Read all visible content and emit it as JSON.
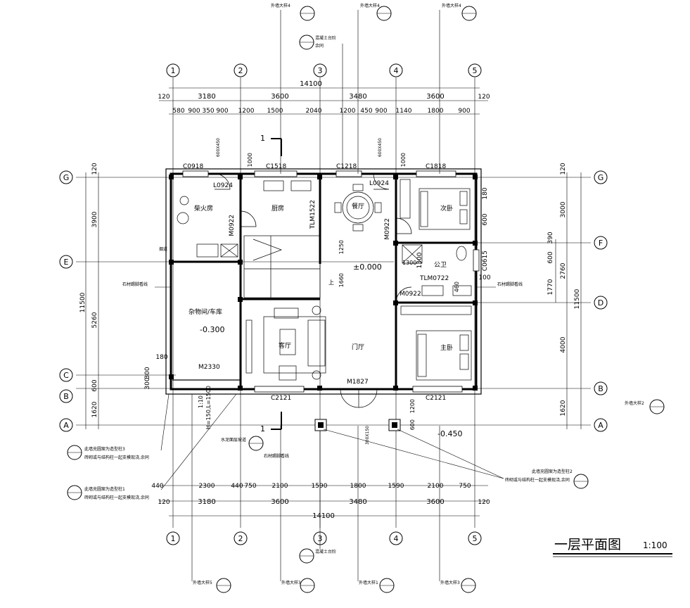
{
  "title": {
    "main": "一层平面图",
    "scale": "1:100"
  },
  "axes_v": [
    "1",
    "2",
    "3",
    "4",
    "5"
  ],
  "axes_h_left": [
    "G",
    "E",
    "C",
    "B",
    "A"
  ],
  "axes_h_right": [
    "G",
    "F",
    "D",
    "B",
    "A"
  ],
  "dims_top": {
    "total": "14100",
    "bays": [
      "120",
      "3180",
      "3600",
      "3480",
      "3600",
      "120"
    ],
    "detail": [
      "580",
      "900",
      "350",
      "900",
      "1200",
      "1500",
      "2040",
      "1200",
      "450",
      "900",
      "1140",
      "1800",
      "900"
    ]
  },
  "dims_bottom": {
    "total": "14100",
    "bays": [
      "120",
      "3180",
      "3600",
      "3480",
      "3600",
      "120"
    ],
    "detail": [
      "440",
      "2300",
      "440",
      "750",
      "2100",
      "1590",
      "1800",
      "1590",
      "2100",
      "750"
    ]
  },
  "dims_left": {
    "total": "11500",
    "parts": [
      "120",
      "3900",
      "5260",
      "300",
      "300",
      "600",
      "1620",
      "180"
    ]
  },
  "dims_right": {
    "total": "11500",
    "parts": [
      "120",
      "3000",
      "390",
      "600",
      "2760",
      "1770",
      "4000",
      "1620",
      "1300",
      "600",
      "180",
      "100"
    ]
  },
  "rooms": {
    "chaihuo": "柴火房",
    "kitchen": "厨房",
    "dining": "餐厅",
    "second_bed": "次卧",
    "bath": "公卫",
    "storage": "杂物间/车库",
    "storage_level": "-0.300",
    "living": "客厅",
    "hall": "门厅",
    "master": "主卧",
    "level_0": "±0.000",
    "level_out": "-0.450",
    "up": "上",
    "flue": "烟道"
  },
  "openings": {
    "C0918": "C0918",
    "C1518": "C1518",
    "C1218": "C1218",
    "C1818": "C1818",
    "L0924a": "L0924",
    "L0924b": "L0924",
    "M0922a": "M0922",
    "M0922b": "M0922",
    "M0922c": "M0922",
    "TLM1522": "TLM1522",
    "TLM0722": "TLM0722",
    "C0615": "C0615",
    "M2330": "M2330",
    "C2121a": "C2121",
    "C2121b": "C2121",
    "M1827": "M1827",
    "num1250": "1250",
    "num1660": "1660",
    "num1300": "1300",
    "num1000a": "1000",
    "num1000b": "1000",
    "num1200": "1200",
    "num600": "600",
    "num460": "460",
    "ramp": "1:10",
    "ramp_h": "H=150,L=1500"
  },
  "notes": {
    "top1": "外墙大样4",
    "top2": "外墙大样4",
    "top3": "外墙大样4",
    "concrete_top": "混凝土台阶",
    "yutong": "余同",
    "stone1": "石材踢脚看线",
    "stone2": "石材踢脚看线",
    "stone3": "石材踢脚看线",
    "pillar3": "此墙充圆案为造型柱3",
    "pillar3b": "砖砌或与结构柱一起支模现浇,余同",
    "pillar1": "此墙充圆案为造型柱1",
    "pillar1b": "砖砌或与结构柱一起支模现浇,余同",
    "pillar2": "此墙充圆案为造型柱2",
    "pillar2b": "砖砌或与结构柱一起支模现浇,余同",
    "water": "水泥面层坡道",
    "ext2": "外墙大样2",
    "bot5": "外墙大样5",
    "bot3": "外墙大样3",
    "bot1": "外墙大样1",
    "bot3b": "外墙大样3",
    "concrete_bot": "混凝土台阶",
    "top_ref": "01",
    "col_size": "600X450",
    "col_size2": "600X450",
    "col_size3": "300X150"
  }
}
